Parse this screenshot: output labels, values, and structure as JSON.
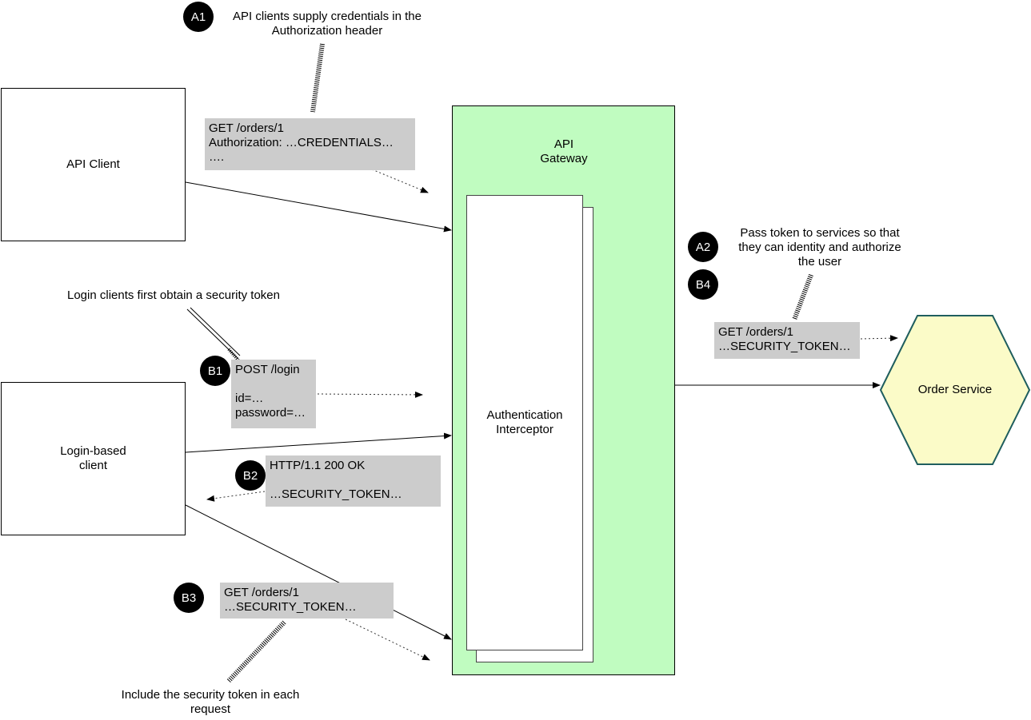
{
  "nodes": {
    "api_client": "API Client",
    "login_client": "Login-based\nclient",
    "gateway": "API\nGateway",
    "interceptor": "Authentication\nInterceptor",
    "order_service": "Order Service"
  },
  "messages": {
    "a1": "GET /orders/1\nAuthorization: …CREDENTIALS…\n….",
    "b1": "POST /login\n\nid=…\npassword=…",
    "b2": "HTTP/1.1 200 OK\n\n…SECURITY_TOKEN…",
    "b3": "GET /orders/1\n…SECURITY_TOKEN…",
    "a2": "GET /orders/1\n…SECURITY_TOKEN…"
  },
  "badges": {
    "a1": "A1",
    "a2": "A2",
    "b1": "B1",
    "b2": "B2",
    "b3": "B3",
    "b4": "B4"
  },
  "notes": {
    "a1": "API clients supply credentials in the\nAuthorization header",
    "b1": "Login clients first obtain a security token",
    "a2": "Pass token to services so that\nthey can identity and authorize\nthe user",
    "b3": "Include the security token in each\nrequest"
  },
  "colors": {
    "gateway_fill": "#c0fcc0",
    "service_fill": "#fbfbc8",
    "service_stroke": "#1f5e5e",
    "message_fill": "#cccccc"
  }
}
